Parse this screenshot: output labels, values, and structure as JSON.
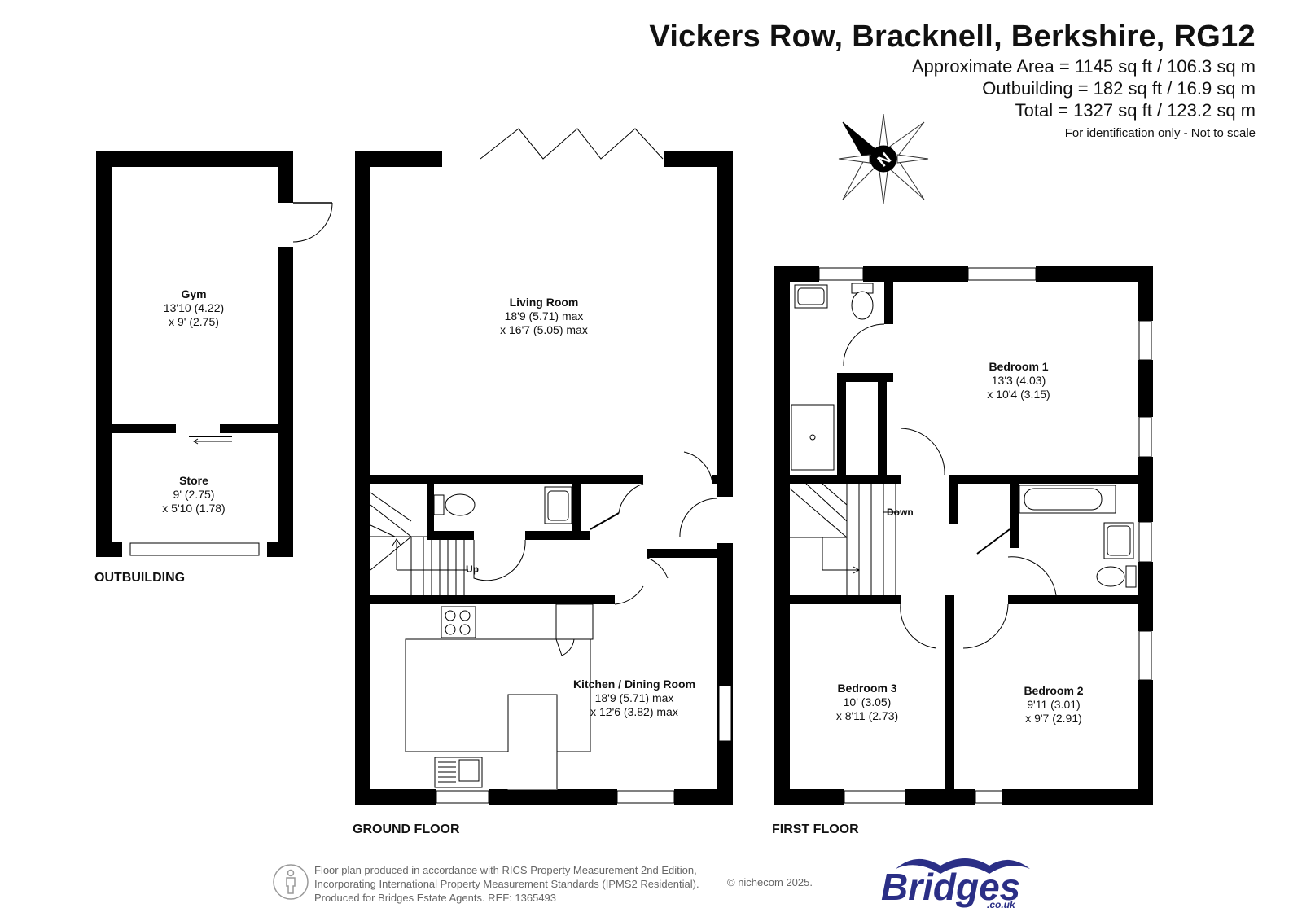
{
  "header": {
    "title": "Vickers Row, Bracknell, Berkshire, RG12",
    "approx_area": "Approximate Area = 1145 sq ft / 106.3 sq m",
    "outbuilding_area": "Outbuilding = 182 sq ft / 16.9 sq m",
    "total_area": "Total = 1327 sq ft / 123.2 sq m",
    "note": "For identification only - Not to scale"
  },
  "compass": {
    "letter": "N"
  },
  "floors": {
    "outbuilding": "OUTBUILDING",
    "ground": "GROUND FLOOR",
    "first": "FIRST FLOOR"
  },
  "rooms": {
    "gym": {
      "name": "Gym",
      "dim1": "13'10 (4.22)",
      "dim2": "x 9' (2.75)"
    },
    "store": {
      "name": "Store",
      "dim1": "9' (2.75)",
      "dim2": "x 5'10 (1.78)"
    },
    "living": {
      "name": "Living Room",
      "dim1": "18'9 (5.71) max",
      "dim2": "x 16'7 (5.05) max"
    },
    "kitchen": {
      "name": "Kitchen / Dining Room",
      "dim1": "18'9 (5.71) max",
      "dim2": "x 12'6 (3.82) max"
    },
    "bedroom1": {
      "name": "Bedroom 1",
      "dim1": "13'3 (4.03)",
      "dim2": "x 10'4 (3.15)"
    },
    "bedroom2": {
      "name": "Bedroom 2",
      "dim1": "9'11 (3.01)",
      "dim2": "x 9'7 (2.91)"
    },
    "bedroom3": {
      "name": "Bedroom 3",
      "dim1": "10' (3.05)",
      "dim2": "x 8'11 (2.73)"
    }
  },
  "stairs": {
    "up": "Up",
    "down": "Down"
  },
  "footer": {
    "line1": "Floor plan produced in accordance with RICS Property Measurement 2nd Edition,",
    "line2": "Incorporating International Property Measurement Standards (IPMS2 Residential).",
    "line3": "Produced for Bridges Estate Agents.   REF: 1365493",
    "copyright": "© nichecom 2025."
  },
  "logo": {
    "brand": "Bridges",
    "domain": ".co.uk",
    "color": "#2b2f86"
  },
  "colors": {
    "wall": "#000000",
    "text": "#111111",
    "footer_text": "#666666"
  }
}
